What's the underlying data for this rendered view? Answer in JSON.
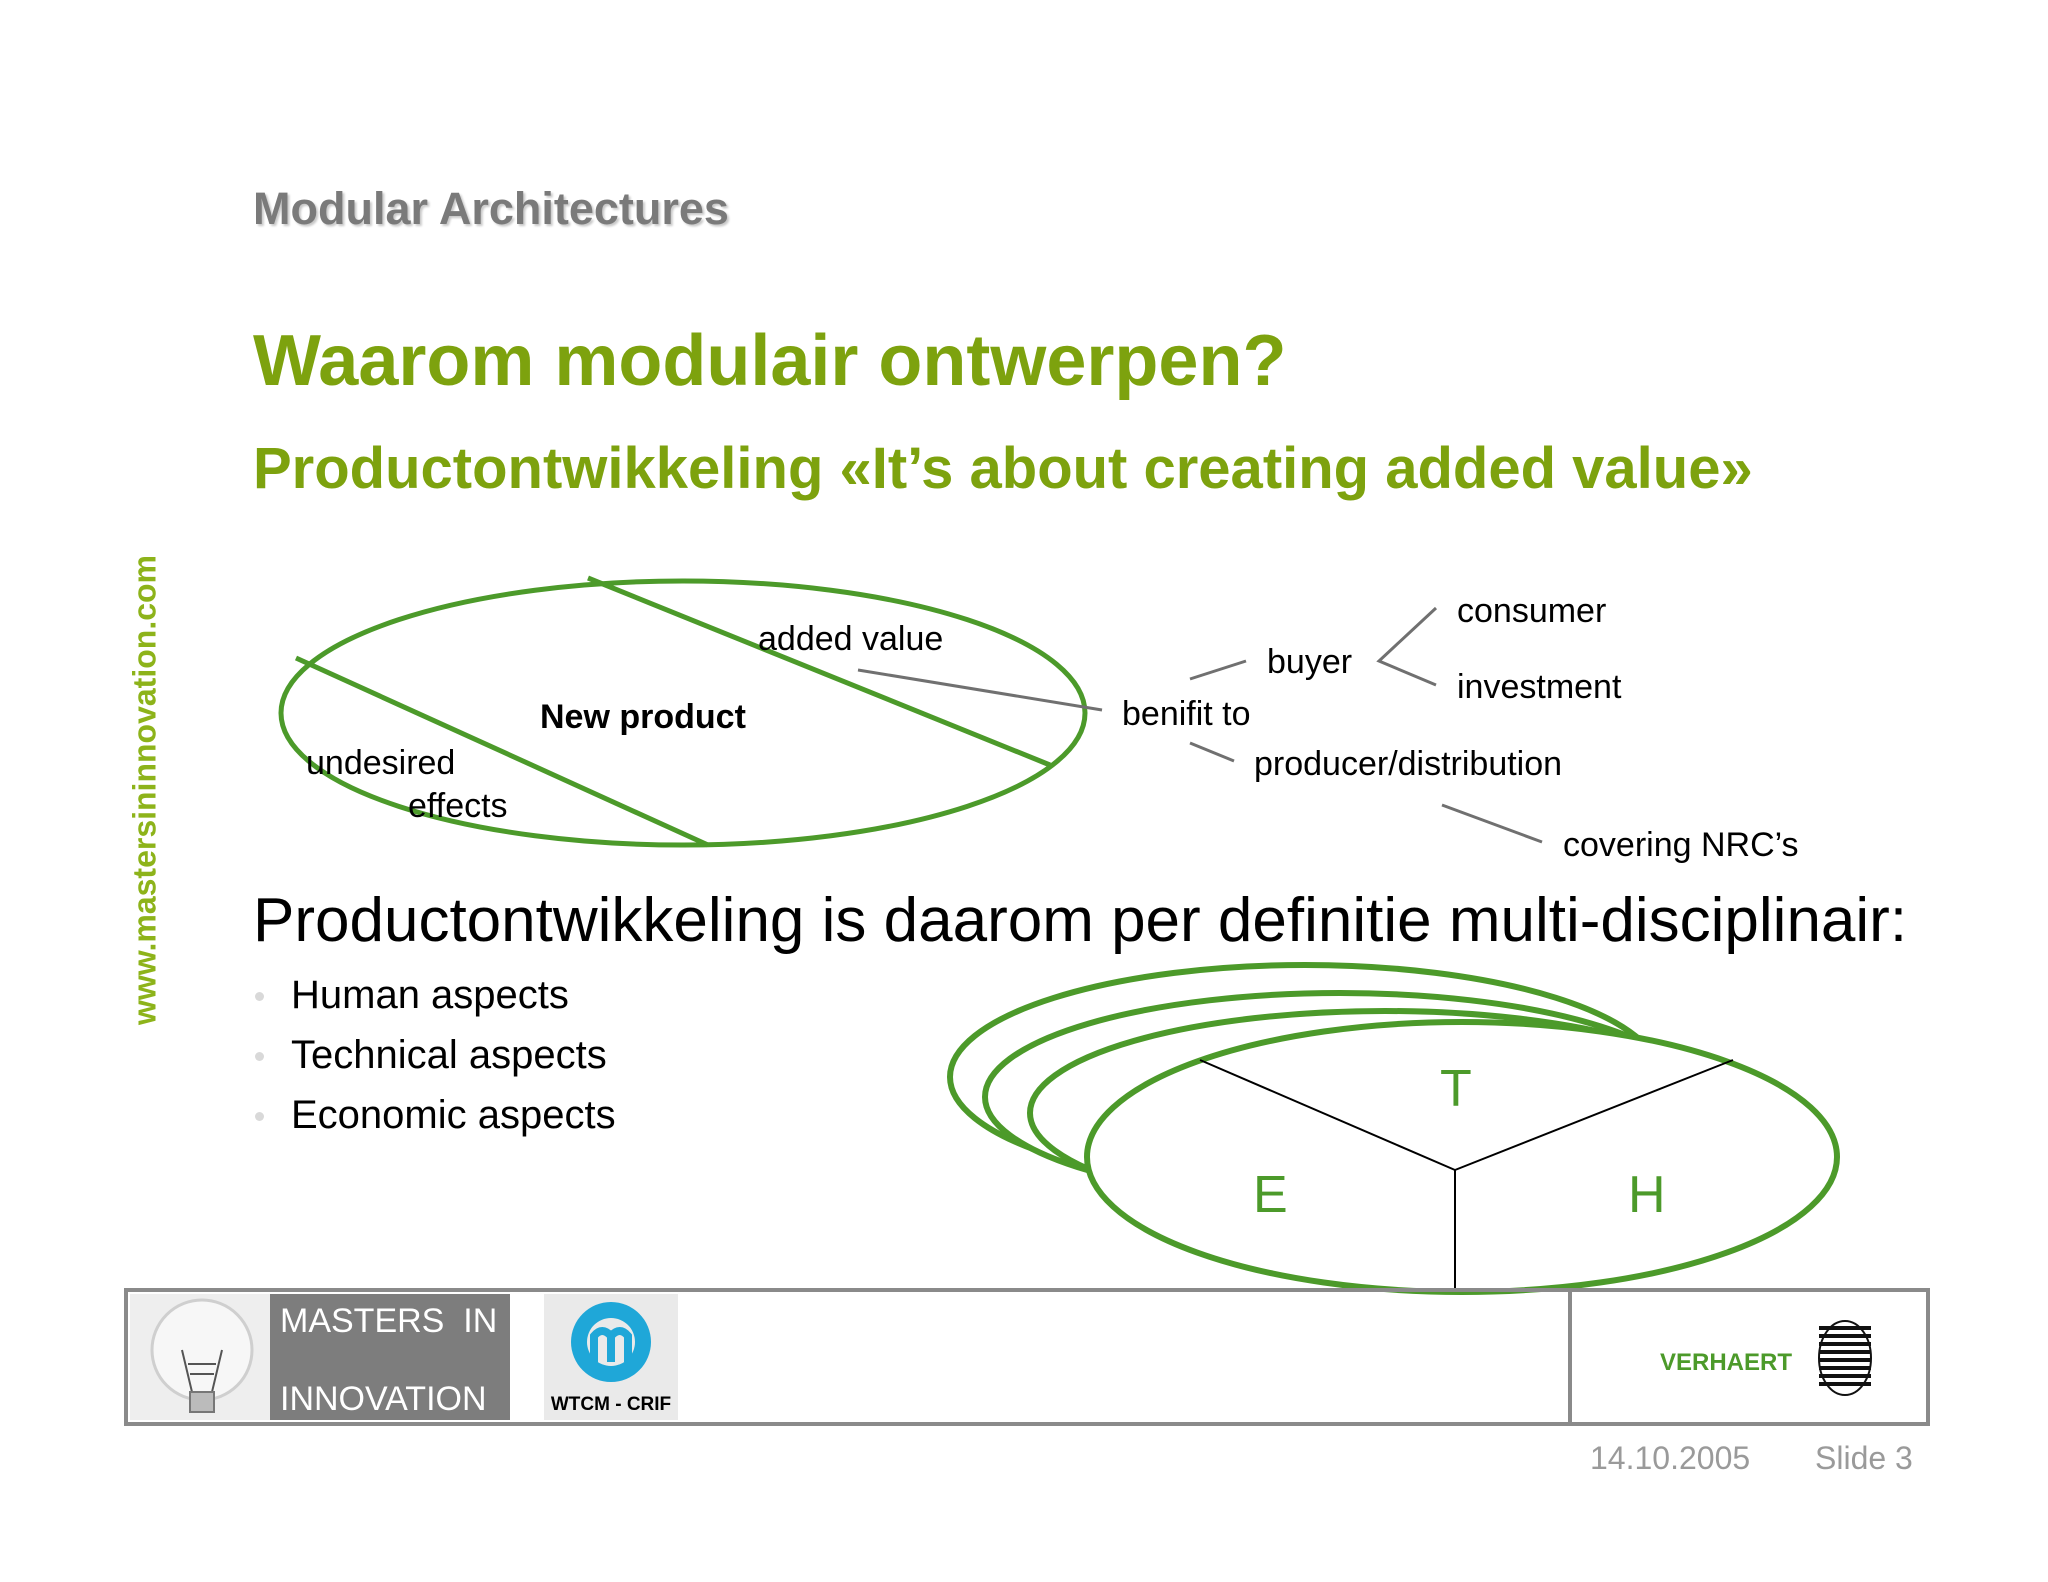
{
  "header": {
    "section_title": "Modular Architectures",
    "main_title": "Waarom modulair ontwerpen?",
    "subtitle": "Productontwikkeling «It’s about creating added value»"
  },
  "sidebar": {
    "url": "www.mastersininnovation.com"
  },
  "diagram_value": {
    "ellipse_center_label": "New product",
    "added_value_label": "added value",
    "undesired_line1": "undesired",
    "undesired_line2": "effects",
    "benefit_label": "benifit to",
    "buyer_label": "buyer",
    "consumer_label": "consumer",
    "investment_label": "investment",
    "producer_label": "producer/distribution",
    "nrc_label": "covering NRC’s"
  },
  "body": {
    "statement": "Productontwikkeling is daarom per definitie multi-disciplinair:",
    "bullets": [
      "Human aspects",
      "Technical aspects",
      "Economic aspects"
    ]
  },
  "diagram_teh": {
    "t_label": "T",
    "e_label": "E",
    "h_label": "H"
  },
  "footer": {
    "masters_line1": "MASTERS  IN",
    "masters_line2": "INNOVATION",
    "wtcm_label": "WTCM - CRIF",
    "verhaert_label": "VERHAERT",
    "date": "14.10.2005",
    "slide": "Slide 3"
  },
  "colors": {
    "title_green": "#7da20e",
    "ellipse_green": "#4c9a2a",
    "section_gray": "#7a7a7a",
    "footer_gray": "#8a8a8a"
  }
}
